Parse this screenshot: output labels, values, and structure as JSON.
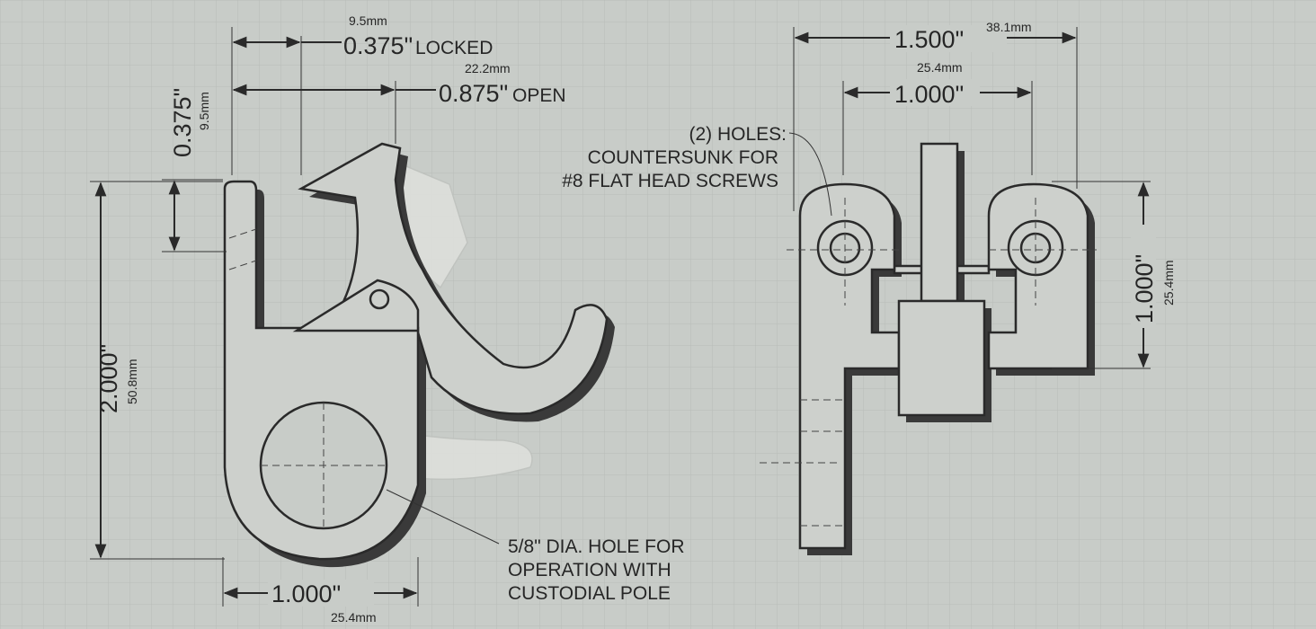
{
  "left_view": {
    "locked": {
      "mm": "9.5mm",
      "inch": "0.375\"",
      "label": "LOCKED"
    },
    "open": {
      "mm": "22.2mm",
      "inch": "0.875\"",
      "label": "OPEN"
    },
    "top_offset": {
      "inch": "0.375\"",
      "mm": "9.5mm"
    },
    "height": {
      "inch": "2.000\"",
      "mm": "50.8mm"
    },
    "width": {
      "inch": "1.000\"",
      "mm": "25.4mm"
    },
    "hole_note": [
      "5/8\" DIA. HOLE FOR",
      "OPERATION WITH",
      "CUSTODIAL POLE"
    ]
  },
  "right_view": {
    "overall_width": {
      "inch": "1.500\"",
      "mm": "38.1mm"
    },
    "hole_spacing": {
      "inch": "1.000\"",
      "mm": "25.4mm"
    },
    "height": {
      "inch": "1.000\"",
      "mm": "25.4mm"
    },
    "holes_note": [
      "(2) HOLES:",
      "COUNTERSUNK FOR",
      "#8 FLAT HEAD SCREWS"
    ]
  },
  "colors": {
    "background": "#c8ccc8",
    "ink": "#262626",
    "part": "#cdd0cc"
  }
}
